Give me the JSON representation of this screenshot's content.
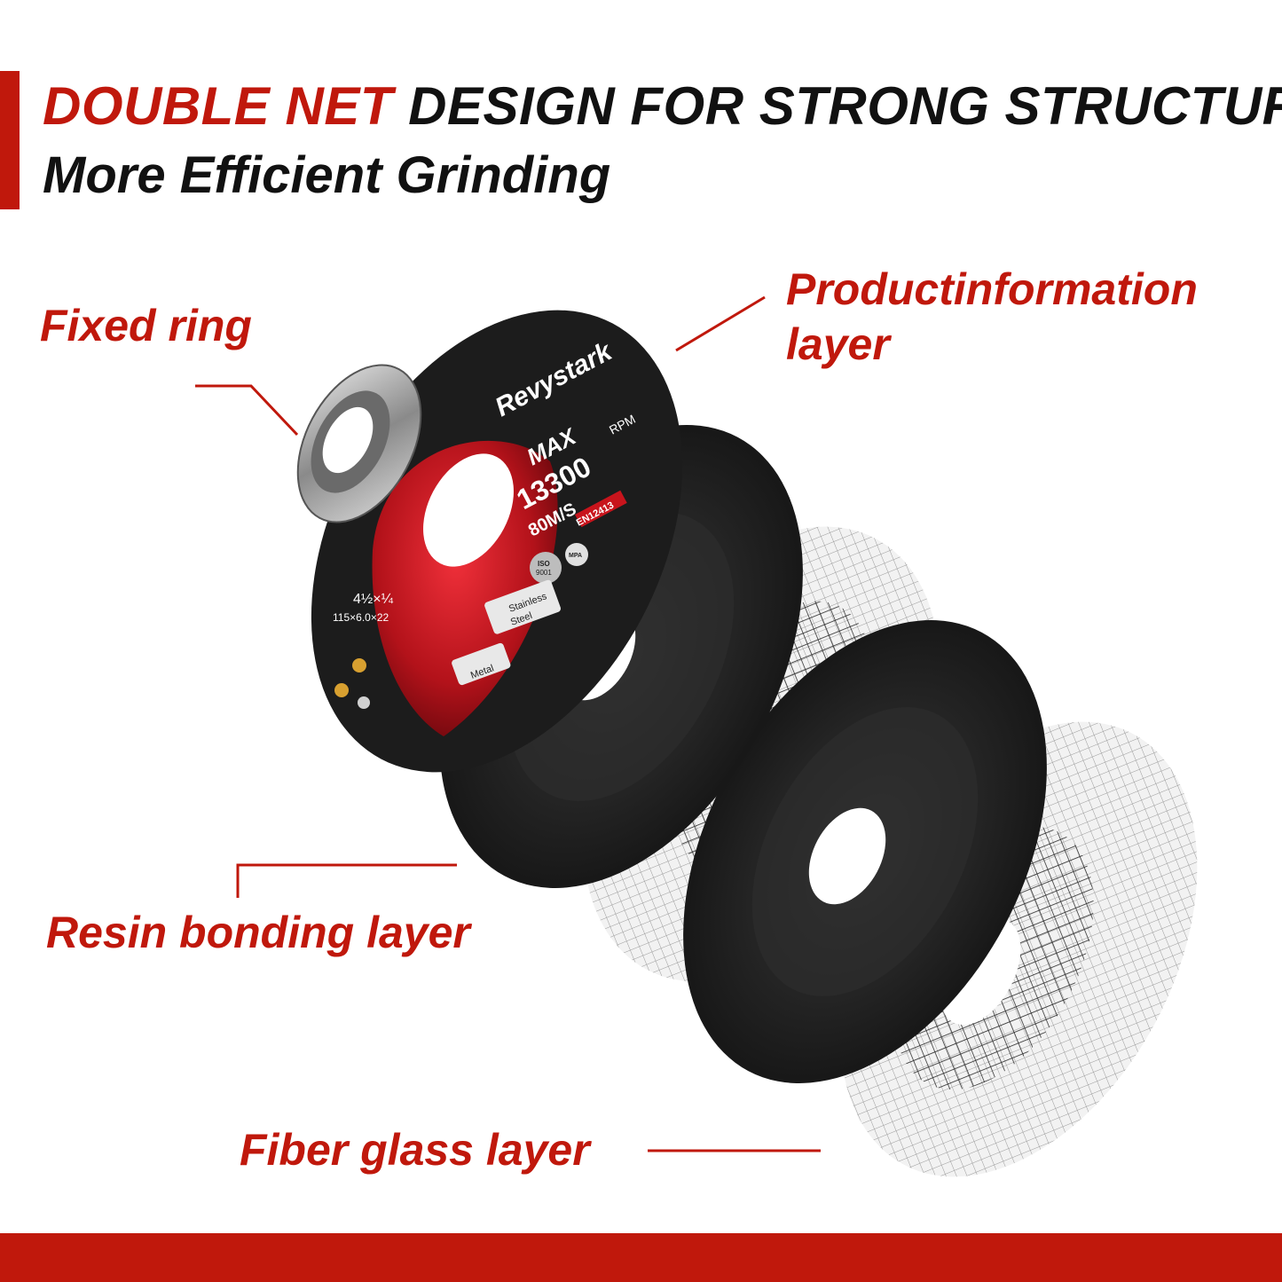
{
  "header": {
    "title_highlight": "DOUBLE NET",
    "title_rest": " DESIGN FOR STRONG STRUCTURE",
    "subtitle": "More Efficient Grinding"
  },
  "callouts": {
    "fixed_ring": "Fixed ring",
    "product_info_line1": "Productinformation",
    "product_info_line2": "layer",
    "resin": "Resin bonding layer",
    "fiber": "Fiber glass layer"
  },
  "disc_label": {
    "brand": "Revystark",
    "max": "MAX",
    "rpm": "RPM",
    "rpm_value": "13300",
    "speed": "80M/S",
    "standard": "EN12413",
    "size_inch": "4½×¼",
    "size_mm": "115×6.0×22",
    "iso": "ISO",
    "iso_num": "9001",
    "mpa": "MPA",
    "tag_stainless_line1": "Stainless",
    "tag_stainless_line2": "Steel",
    "tag_metal": "Metal"
  },
  "colors": {
    "accent": "#c0180c",
    "text": "#111111",
    "disc_dark": "#1c1c1c",
    "hub_red": "#c8141c"
  }
}
